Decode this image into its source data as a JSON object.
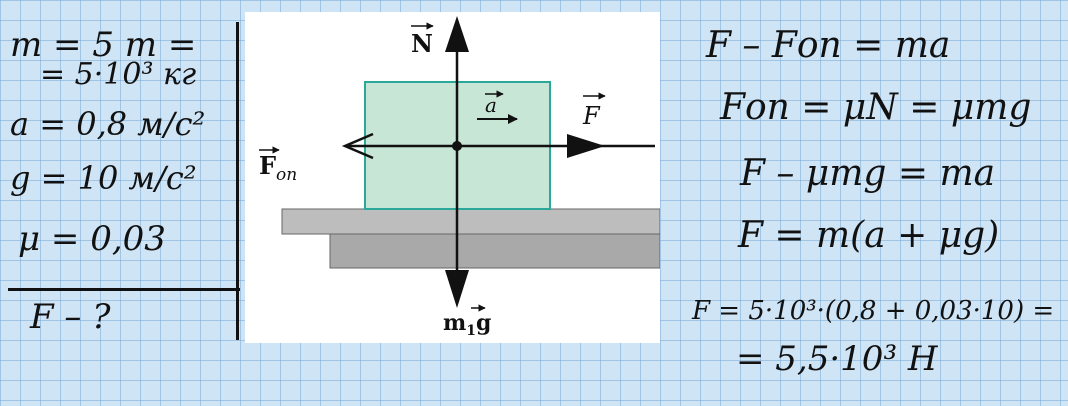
{
  "given": {
    "mass_line1": "m = 5 т =",
    "mass_line2": "= 5·10³ кг",
    "acceleration": "a = 0,8 м/с²",
    "gravity": "g = 10 м/с²",
    "friction_coef": "μ = 0,03",
    "find": "F – ?"
  },
  "figure": {
    "normal_force": "N",
    "acceleration": "a",
    "applied_force": "F",
    "resistance_force": "F",
    "resistance_sub": "оп",
    "weight": "m",
    "weight_sub": "1",
    "weight_g": "g",
    "block_fill": "#c8e6d6",
    "block_stroke": "#2aa89a",
    "table_fill": "#bdbdbd"
  },
  "solution": {
    "line1": "F – Fоп = ma",
    "line2": "Fоп = μN = μmg",
    "line3": "F – μmg = ma",
    "line4": "F = m(a + μg)",
    "line5": "F = 5·10³·(0,8 + 0,03·10) =",
    "line6": "= 5,5·10³ Н"
  }
}
